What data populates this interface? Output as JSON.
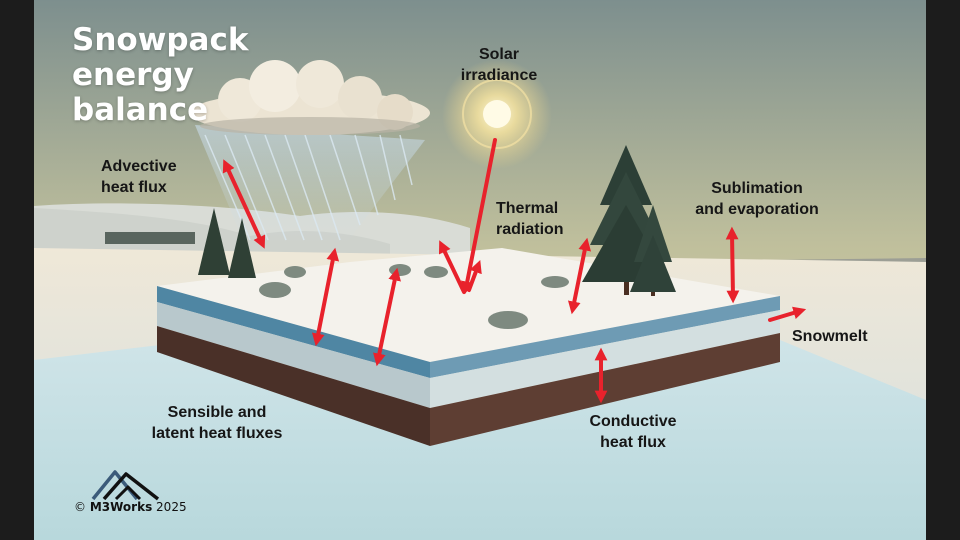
{
  "title": {
    "line1": "Snowpack",
    "line2": "energy",
    "line3": "balance"
  },
  "labels": {
    "solar": {
      "line1": "Solar",
      "line2": "irradiance"
    },
    "advective": {
      "line1": "Advective",
      "line2": "heat flux"
    },
    "thermal": {
      "line1": "Thermal",
      "line2": "radiation"
    },
    "sublimation": {
      "line1": "Sublimation",
      "line2": "and evaporation"
    },
    "snowmelt": "Snowmelt",
    "sensible": {
      "line1": "Sensible and",
      "line2": "latent heat fluxes"
    },
    "conductive": {
      "line1": "Conductive",
      "line2": "heat flux"
    }
  },
  "footer": {
    "copyright": "©",
    "brand": "M3Works",
    "year": "2025"
  },
  "colors": {
    "arrow": "#e8222c",
    "title": "#ffffff",
    "label": "#161616",
    "ice_layer": "#4f86a3",
    "soil_layer": "#4a3028"
  },
  "icons": {
    "logo": "m3works-mountain-logo-icon",
    "sun": "sun-icon",
    "cloud": "rain-cloud-icon",
    "tree": "pine-tree-icon"
  }
}
